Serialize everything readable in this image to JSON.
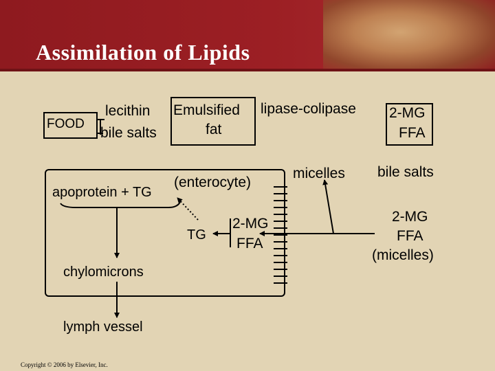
{
  "title": "Assimilation of Lipids",
  "copyright": "Copyright © 2006 by Elsevier, Inc.",
  "labels": {
    "food": "FOOD",
    "lecithin": "lecithin",
    "bile_salts_top": "bile salts",
    "emulsified": "Emulsified",
    "fat": "fat",
    "lipase_colipase": "lipase-colipase",
    "mg_top": "2-MG",
    "ffa_top": "FFA",
    "micelles": "micelles",
    "bile_salts_right": "bile  salts",
    "enterocyte": "(enterocyte)",
    "apoprotein_tg": "apoprotein  +  TG",
    "tg": "TG",
    "mg_mid": "2-MG",
    "ffa_mid": "FFA",
    "mg_micelles": "2-MG",
    "ffa_micelles": "FFA",
    "micelles_paren": "(micelles)",
    "chylomicrons": "chylomicrons",
    "lymph_vessel": "lymph vessel"
  }
}
